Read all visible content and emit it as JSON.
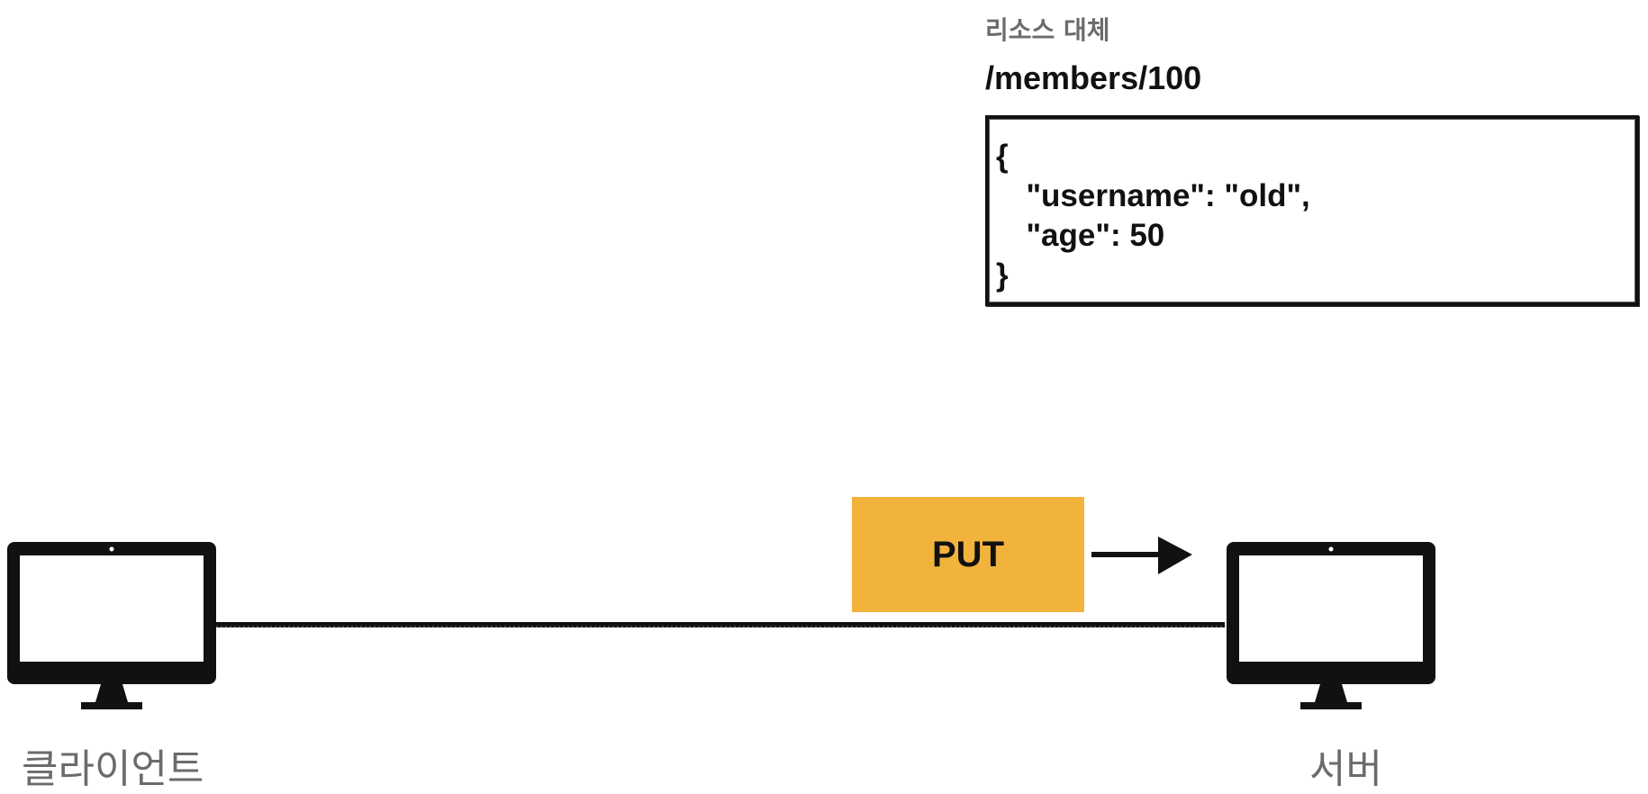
{
  "resource": {
    "section_label": "리소스 대체",
    "path": "/members/100",
    "json_lines": [
      "{",
      "  \"username\": \"old\",",
      "  \"age\": 50",
      "}"
    ]
  },
  "request": {
    "method": "PUT",
    "method_color": "#f2b33d"
  },
  "client": {
    "label": "클라이언트",
    "icon": "monitor-icon"
  },
  "server": {
    "label": "서버",
    "icon": "monitor-icon"
  }
}
